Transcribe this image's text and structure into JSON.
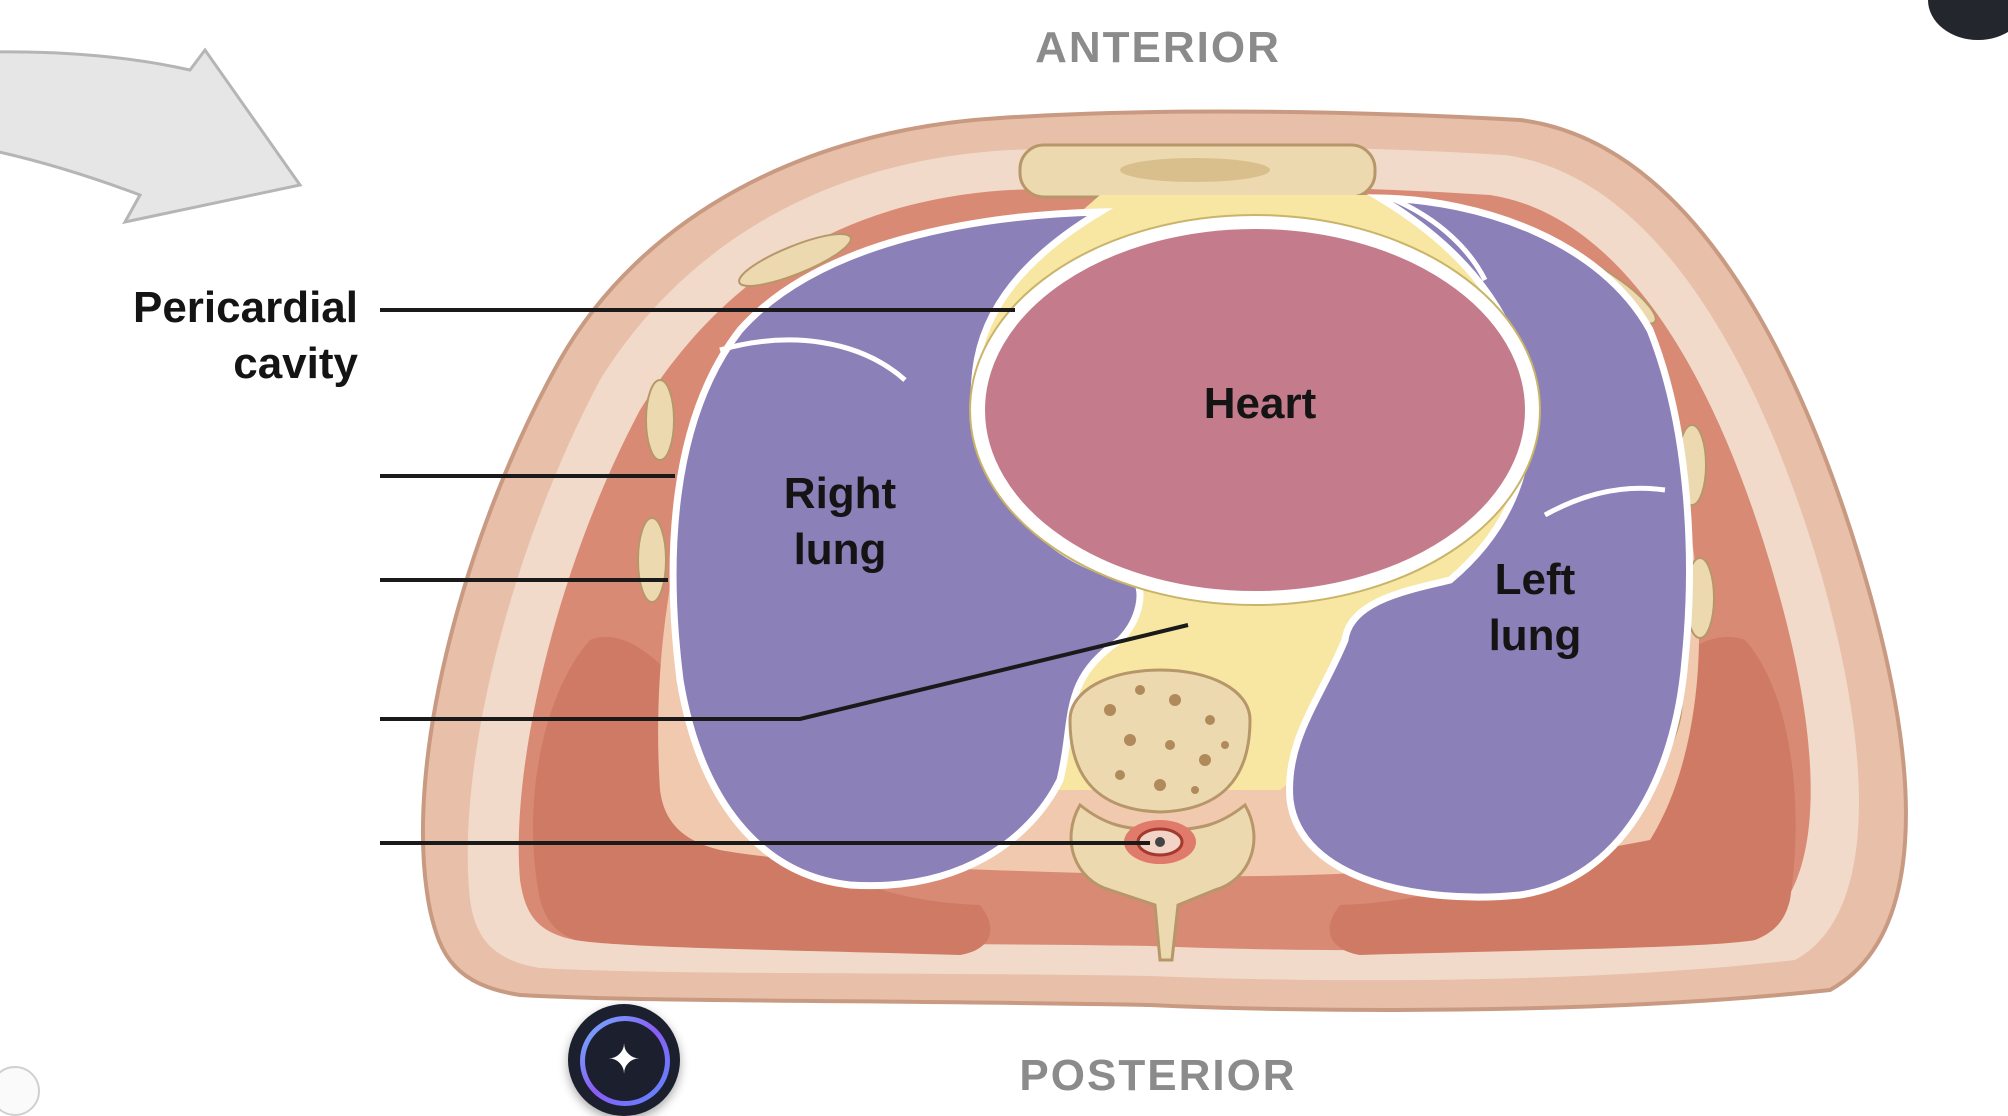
{
  "diagram": {
    "direction_top": "ANTERIOR",
    "direction_bottom": "POSTERIOR",
    "labels": {
      "pericardial_line1": "Pericardial",
      "pericardial_line2": "cavity",
      "heart": "Heart",
      "right_lung_line1": "Right",
      "right_lung_line2": "lung",
      "left_lung_line1": "Left",
      "left_lung_line2": "lung"
    },
    "colors": {
      "skin": "#e8bfa8",
      "muscle": "#d98a74",
      "fat": "#f1dac9",
      "lung": "#8c80b8",
      "heart": "#c47c8c",
      "mediastinum": "#f7e7a3",
      "bone": "#ecd9b0",
      "pleura": "#ffffff",
      "arrow": "#e6e6e6"
    }
  },
  "ui": {
    "ai_button_icon": "sparkle-icon",
    "corner_button_icon": "layers-icon"
  }
}
